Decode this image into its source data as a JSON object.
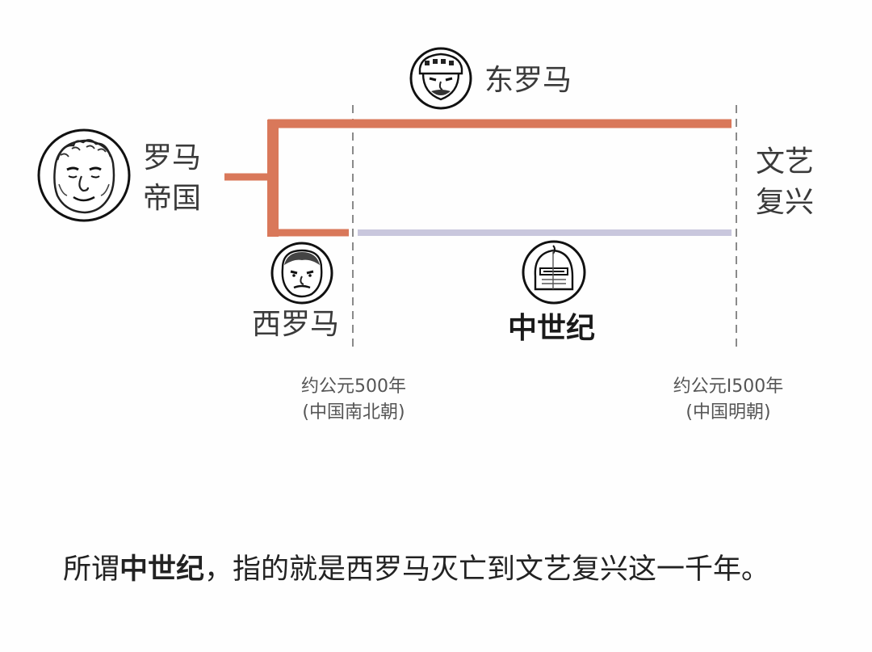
{
  "diagram": {
    "roman_empire": {
      "line1": "罗马",
      "line2": "帝国"
    },
    "east_rome": "东罗马",
    "west_rome": "西罗马",
    "middle_ages": "中世纪",
    "renaissance": {
      "line1": "文艺",
      "line2": "复兴"
    },
    "date_start": {
      "year": "约公元500年",
      "era": "(中国南北朝)"
    },
    "date_end": {
      "year": "约公元I500年",
      "era": "(中国明朝)"
    }
  },
  "caption": {
    "prefix": "所谓",
    "bold": "中世纪",
    "suffix": "，指的就是西罗马灭亡到文艺复兴这一千年。"
  },
  "colors": {
    "roman_branch": "#d9785a",
    "middle_ages_line": "#c9c7dd",
    "divider": "#888888",
    "ink": "#222222"
  }
}
